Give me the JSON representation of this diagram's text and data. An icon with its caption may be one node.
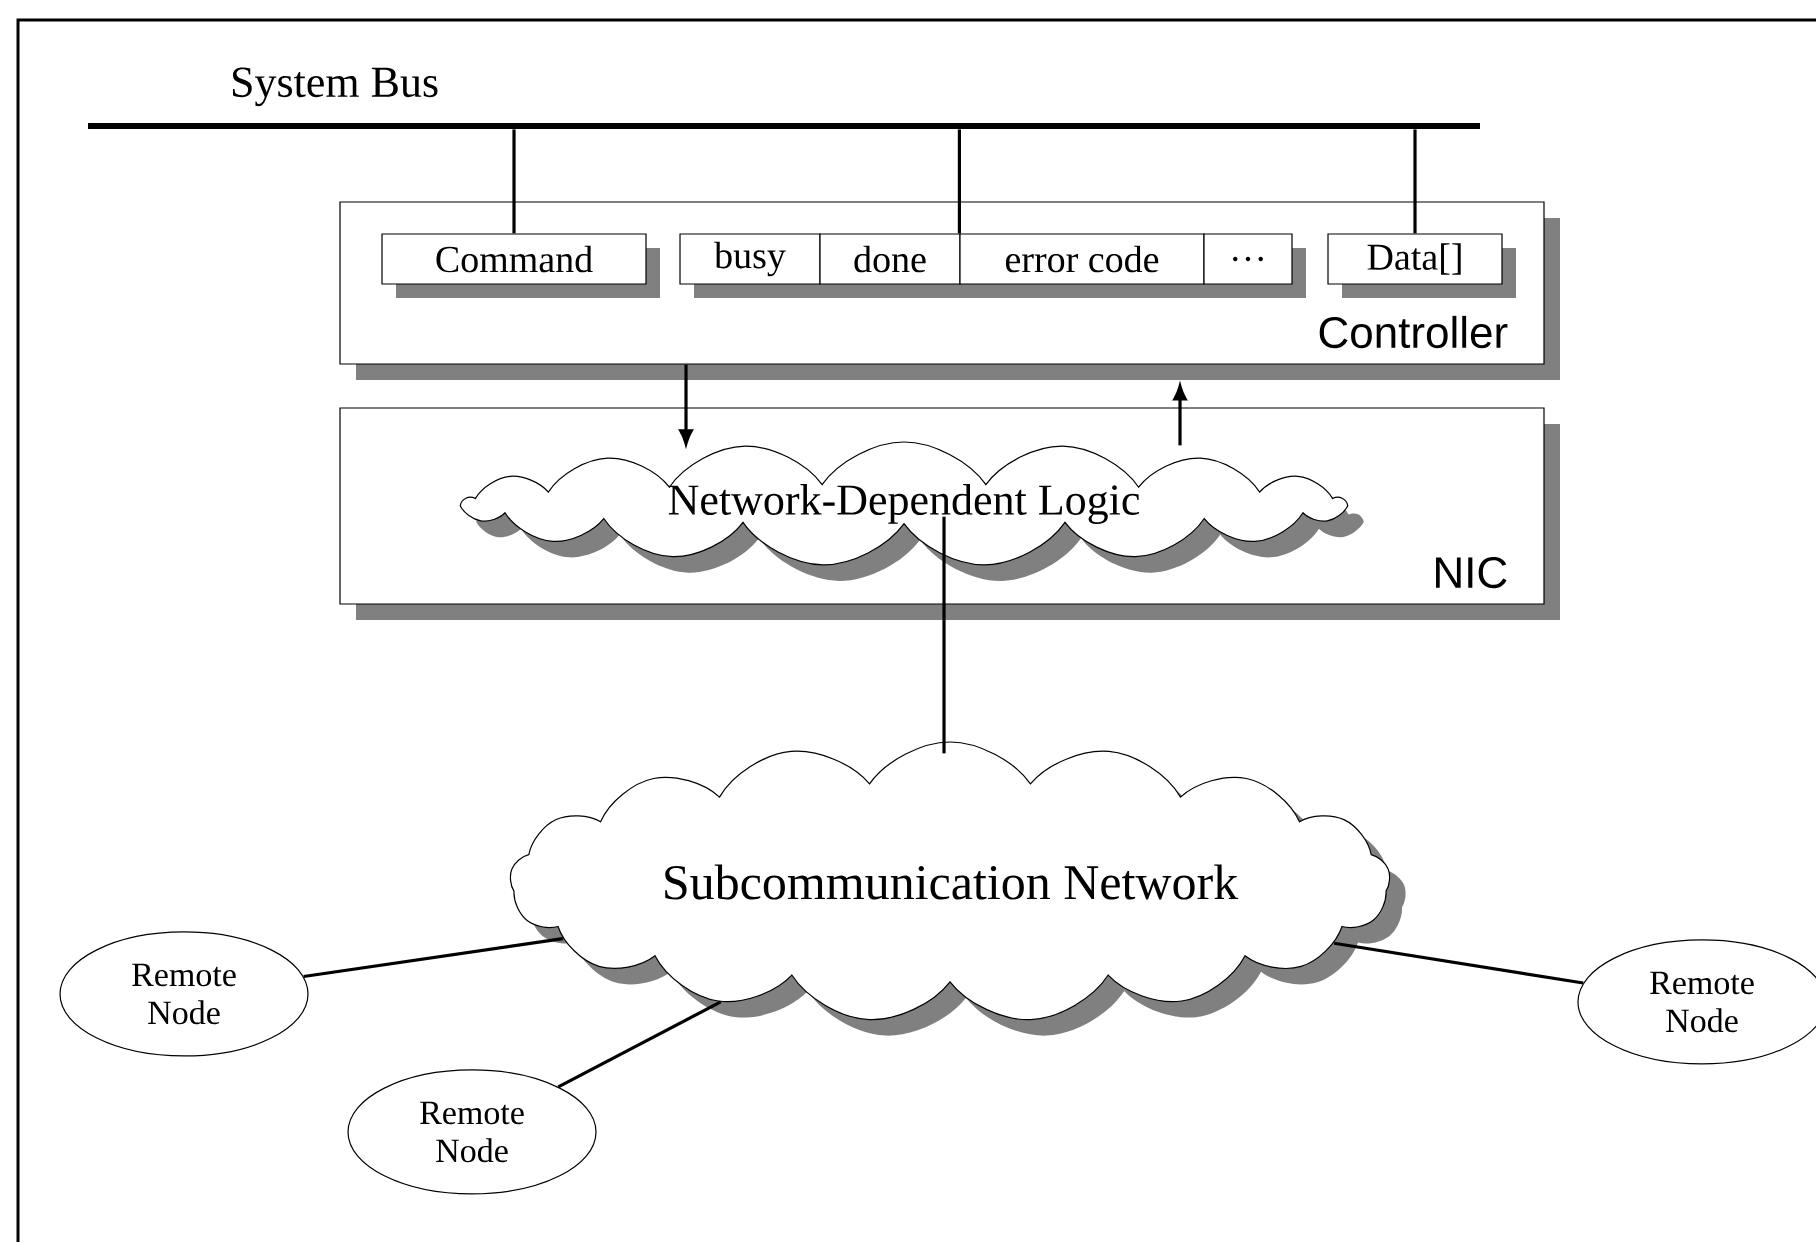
{
  "diagram": {
    "nodes": [
      {
        "text": [
          "System Bus"
        ]
      },
      {
        "text": [
          "Controller"
        ]
      },
      {
        "text": [
          "Command"
        ],
        "in": 1
      },
      {
        "text": [
          "busy"
        ],
        "in": 1
      },
      {
        "text": [
          "done"
        ],
        "in": 1
      },
      {
        "text": [
          "error code"
        ],
        "in": 1
      },
      {
        "text": [
          "…"
        ],
        "in": 1
      },
      {
        "text": [
          "Data[]"
        ],
        "in": 1
      },
      {
        "text": [
          "NIC"
        ]
      },
      {
        "text": [
          "Network-Dependent Logic"
        ],
        "in": 8
      },
      {
        "text": [
          "Subcommunication Network"
        ]
      },
      {
        "text": [
          "Remote Node"
        ]
      },
      {
        "text": [
          "Remote Node"
        ]
      },
      {
        "text": [
          "Remote Node"
        ]
      }
    ],
    "edges": [
      {
        "from": 0,
        "to": 2,
        "arrow": "none"
      },
      {
        "from": 0,
        "to": 5,
        "arrow": "none"
      },
      {
        "from": 0,
        "to": 7,
        "arrow": "none"
      },
      {
        "from": 1,
        "to": 9,
        "arrow": "to"
      },
      {
        "from": 9,
        "to": 1,
        "arrow": "to"
      },
      {
        "from": 9,
        "to": 10,
        "arrow": "none"
      },
      {
        "from": 10,
        "to": 11,
        "arrow": "none"
      },
      {
        "from": 10,
        "to": 12,
        "arrow": "none"
      },
      {
        "from": 10,
        "to": 13,
        "arrow": "none"
      }
    ]
  }
}
